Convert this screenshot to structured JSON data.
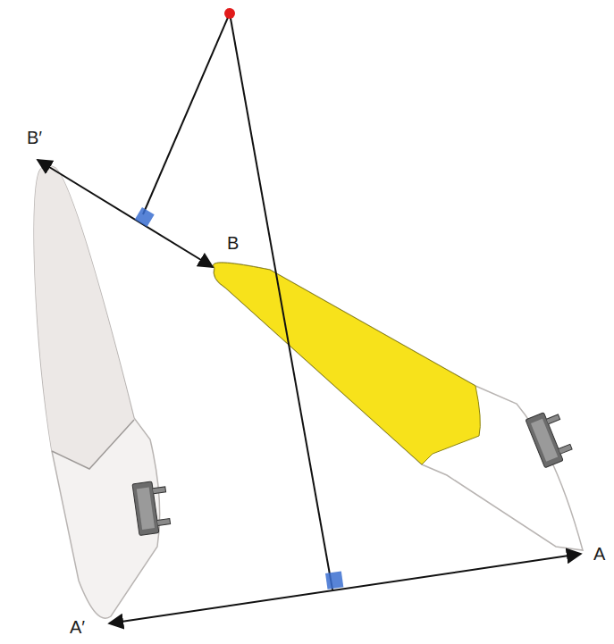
{
  "diagram": {
    "labels": [
      "B′",
      "B",
      "A",
      "A′"
    ]
  }
}
